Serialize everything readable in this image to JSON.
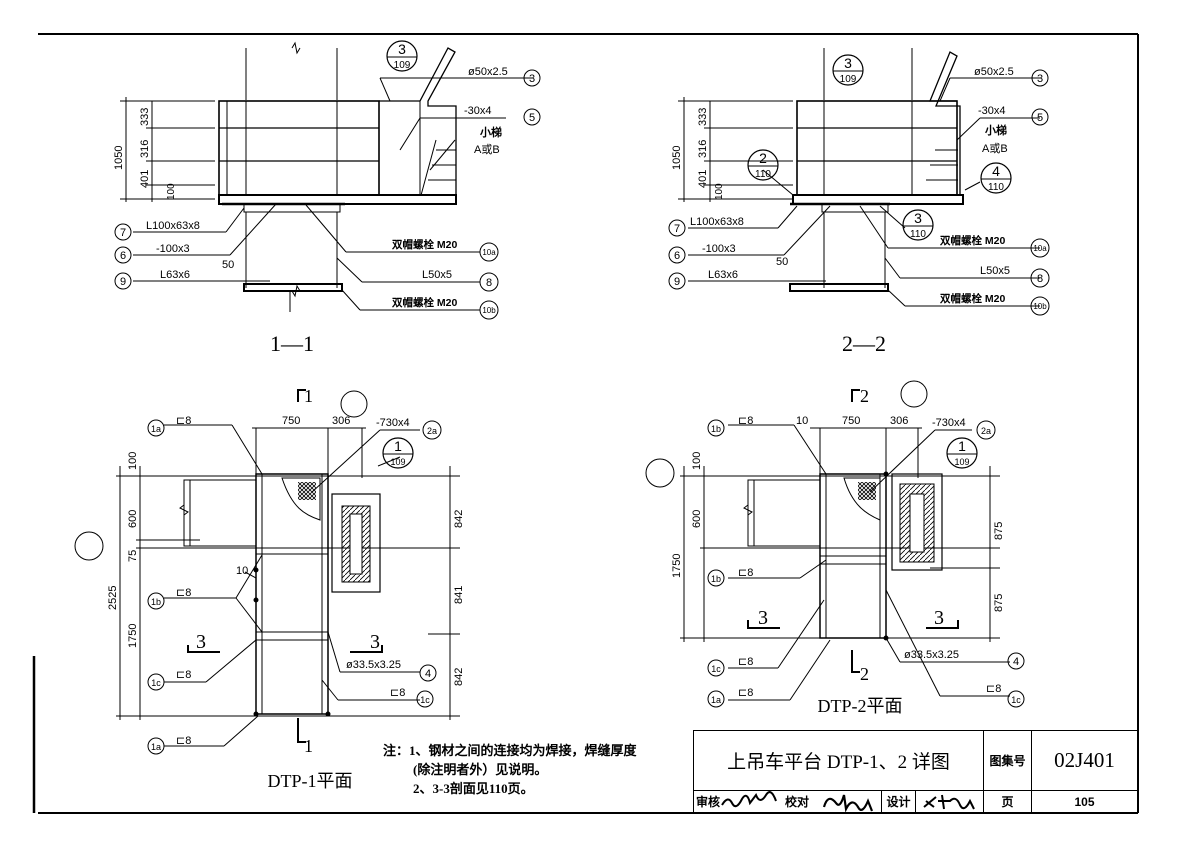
{
  "views": {
    "section_1_1": {
      "title": "1—1",
      "callout": {
        "top": "3",
        "bottom": "109"
      },
      "dims": {
        "total": "1050",
        "d1": "333",
        "d2": "316",
        "d3": "401",
        "d4": "100",
        "d5": "50"
      },
      "labels": {
        "l3": "ø50x2.5",
        "l5": "-30x4",
        "ladder": "小梯",
        "ladder_ab": "A或B",
        "l7": "L100x63x8",
        "l6": "-100x3",
        "l9": "L63x6",
        "l10a": "双帽螺栓 M20",
        "l8": "L50x5",
        "l10b": "双帽螺栓 M20"
      },
      "bubbles": {
        "b3": "3",
        "b5": "5",
        "b7": "7",
        "b6": "6",
        "b9": "9",
        "b10a": "10a",
        "b8": "8",
        "b10b": "10b"
      }
    },
    "section_2_2": {
      "title": "2—2",
      "callout_top": {
        "top": "3",
        "bottom": "109"
      },
      "callout_2": {
        "top": "2",
        "bottom": "110"
      },
      "callout_4": {
        "top": "4",
        "bottom": "110"
      },
      "callout_3b": {
        "top": "3",
        "bottom": "110"
      },
      "dims": {
        "total": "1050",
        "d1": "333",
        "d2": "316",
        "d3": "401",
        "d4": "100",
        "d5": "50"
      },
      "labels": {
        "l3": "ø50x2.5",
        "l5": "-30x4",
        "ladder": "小梯",
        "ladder_ab": "A或B",
        "l7": "L100x63x8",
        "l6": "-100x3",
        "l9": "L63x6",
        "l10a": "双帽螺栓 M20",
        "l8": "L50x5",
        "l10b": "双帽螺栓 M20"
      },
      "bubbles": {
        "b3": "3",
        "b5": "5",
        "b7": "7",
        "b6": "6",
        "b9": "9",
        "b10a": "10a",
        "b8": "8",
        "b10b": "10b"
      }
    },
    "plan_1": {
      "title": "DTP-1平面",
      "cut_top": "1",
      "cut_bottom": "1",
      "cut3_left": "3",
      "cut3_right": "3",
      "callout": {
        "top": "1",
        "bottom": "109"
      },
      "dims": {
        "w1": "750",
        "w2": "306",
        "top": "100",
        "h1": "600",
        "h2": "75",
        "h3": "1750",
        "total": "2525",
        "r1": "842",
        "r2": "841",
        "r3": "842",
        "gap": "10"
      },
      "labels": {
        "c8_1a_top": "⊏8",
        "plate": "-730x4",
        "c8_1b": "⊏8",
        "c8_1c": "⊏8",
        "pipe": "ø33.5x3.25",
        "c8_1c_r": "⊏8",
        "c8_1a_bot": "⊏8"
      },
      "bubbles": {
        "b1a_top": "1a",
        "b2a": "2a",
        "b1b": "1b",
        "b1c": "1c",
        "b4": "4",
        "b1c_r": "1c",
        "b1a_bot": "1a"
      }
    },
    "plan_2": {
      "title": "DTP-2平面",
      "cut_top": "2",
      "cut_bottom": "2",
      "cut3_left": "3",
      "cut3_right": "3",
      "callout": {
        "top": "1",
        "bottom": "109"
      },
      "dims": {
        "gap": "10",
        "w1": "750",
        "w2": "306",
        "top": "100",
        "h1": "600",
        "h3": "1750",
        "r1": "875",
        "r2": "875"
      },
      "labels": {
        "c8_1b_top": "⊏8",
        "plate": "-730x4",
        "c8_1b_mid": "⊏8",
        "pipe": "ø33.5x3.25",
        "c8_1c": "⊏8",
        "c8_1a": "⊏8",
        "c8_1c_r": "⊏8"
      },
      "bubbles": {
        "b1b_top": "1b",
        "b2a": "2a",
        "b1b_mid": "1b",
        "b4": "4",
        "b1c": "1c",
        "b1a": "1a",
        "b1c_r": "1c"
      }
    }
  },
  "notes": {
    "line1": "注：1、钢材之间的连接均为焊接，焊缝厚度",
    "line2": "(除注明者外）见说明。",
    "line3": "2、3-3剖面见110页。"
  },
  "title_block": {
    "title": "上吊车平台 DTP-1、2 详图",
    "atlas_label": "图集号",
    "atlas_code": "02J401",
    "review_label": "审核",
    "check_label": "校对",
    "design_label": "设计",
    "page_label": "页",
    "page_number": "105"
  }
}
